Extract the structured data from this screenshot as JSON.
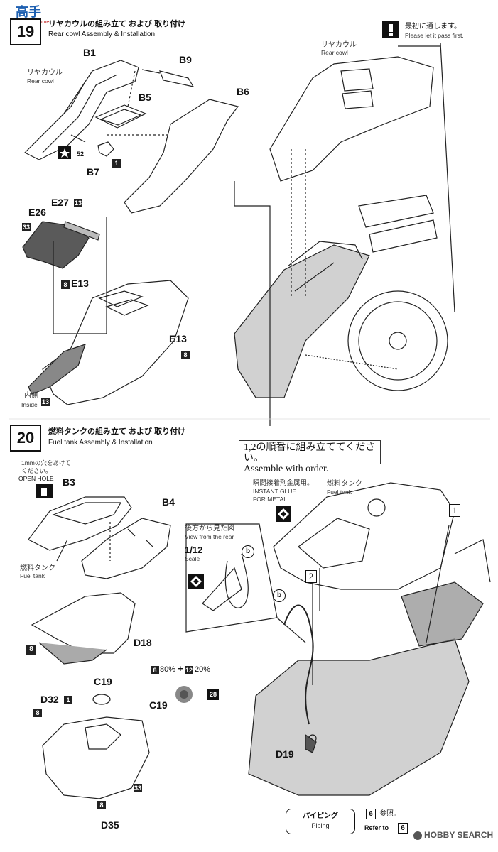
{
  "site_watermark": {
    "top": "高手",
    "bottom": "www.gaoshou.net"
  },
  "step19": {
    "number": "19",
    "title_jp": "リヤカウルの組み立て および 取り付け",
    "title_en": "Rear cowl Assembly & Installation",
    "note_jp": "最初に通します。",
    "note_en": "Please let it pass first.",
    "rear_cowl_jp": "リヤカウル",
    "rear_cowl_en": "Rear cowl",
    "inside_jp": "内側",
    "inside_en": "Inside",
    "parts": [
      "B1",
      "B9",
      "B5",
      "B6",
      "B7",
      "E27",
      "E26",
      "E13",
      "E13"
    ],
    "paint": {
      "b7_star": "52",
      "b7_box": "1",
      "e27": "13",
      "e26": "33",
      "e13a": "8",
      "e13b": "8",
      "inside": "13"
    }
  },
  "step20": {
    "number": "20",
    "title_jp": "燃料タンクの組み立て および 取り付け",
    "title_en": "Fuel tank Assembly & Installation",
    "assemble_jp": "1,2の順番に組み立ててください。",
    "assemble_en": "Assemble with order.",
    "hole_jp_1": "1mmの穴をあけて",
    "hole_jp_2": "ください。",
    "hole_en": "OPEN HOLE",
    "fuel_tank_jp": "燃料タンク",
    "fuel_tank_en": "Fuel tank",
    "glue_jp": "瞬間接着剤金属用。",
    "glue_en_1": "INSTANT GLUE",
    "glue_en_2": "FOR METAL",
    "view_jp": "後方から見た図",
    "view_en": "View from the rear",
    "scale_value": "1/12",
    "scale_label": "Scale",
    "mix_pct1": "80%",
    "mix_plus": "+",
    "mix_pct2": "20%",
    "parts": [
      "B3",
      "B4",
      "D18",
      "C19",
      "C19",
      "D32",
      "D35",
      "D19"
    ],
    "paint": {
      "d18": "8",
      "mix1": "8",
      "mix2": "12",
      "c19": "28",
      "d32_box": "1",
      "d32": "8",
      "d35_top": "33",
      "d35": "8"
    },
    "order": [
      "1",
      "2"
    ],
    "piping_jp": "パイピング",
    "piping_en": "Piping",
    "ref_num": "6",
    "ref_jp": "参照。",
    "ref_en": "Refer to",
    "ref_num2": "6"
  },
  "footer_logo": "HOBBY SEARCH",
  "callout_b": "b"
}
